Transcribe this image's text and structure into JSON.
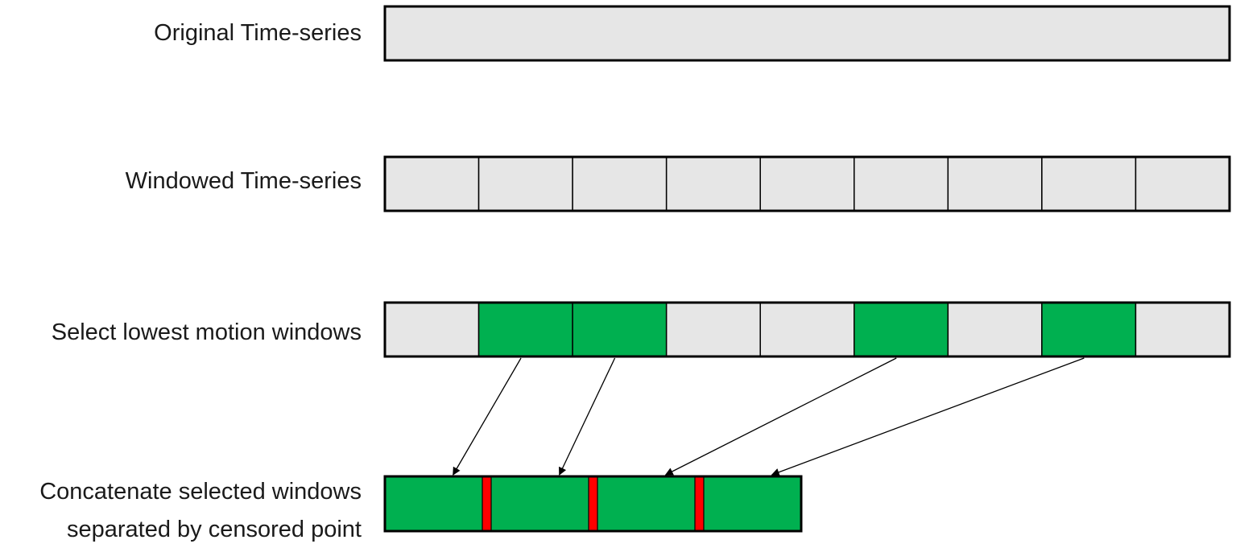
{
  "rows": {
    "original": {
      "label": "Original Time-series"
    },
    "windowed": {
      "label": "Windowed Time-series",
      "window_count": 9
    },
    "select": {
      "label": "Select lowest motion windows",
      "window_count": 9,
      "selected_windows": [
        1,
        2,
        5,
        7
      ]
    },
    "concat": {
      "label_line1": "Concatenate selected windows",
      "label_line2": "separated by censored point",
      "segment_count": 4,
      "censored_points": 3
    }
  },
  "colors": {
    "window_fill": "#e6e6e6",
    "selected_fill": "#00b050",
    "censored_fill": "#ff0000",
    "stroke": "#000000"
  }
}
